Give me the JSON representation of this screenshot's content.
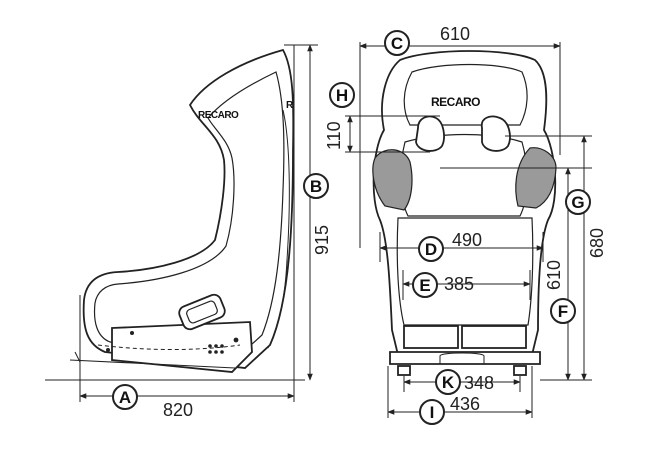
{
  "diagram": {
    "brand_logo": "RECARO",
    "side_brand_fragment": "R",
    "dimensions": [
      {
        "id": "A",
        "value": "820"
      },
      {
        "id": "B",
        "value": "915"
      },
      {
        "id": "C",
        "value": "610"
      },
      {
        "id": "D",
        "value": "490"
      },
      {
        "id": "E",
        "value": "385"
      },
      {
        "id": "F",
        "value": "610"
      },
      {
        "id": "G",
        "value": "680"
      },
      {
        "id": "H",
        "value": "110"
      },
      {
        "id": "I",
        "value": "436"
      },
      {
        "id": "K",
        "value": "348"
      }
    ]
  }
}
